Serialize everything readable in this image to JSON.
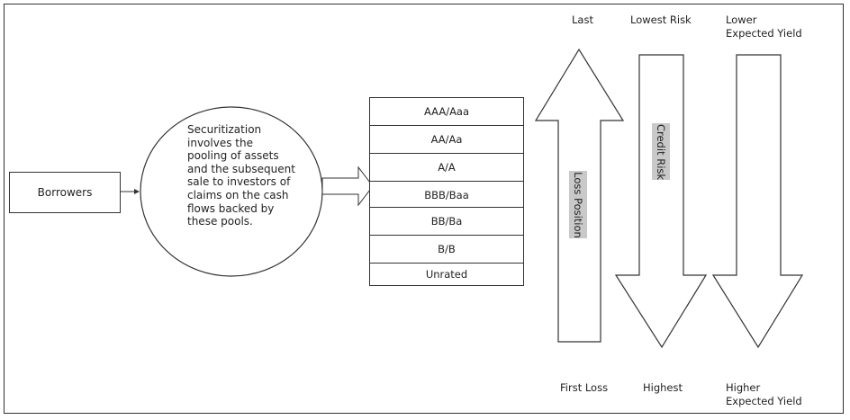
{
  "borrowers": "Borrowers",
  "securitization_text": "Securitization involves the pooling of assets and the subsequent sale to investors of claims on the cash flows backed by these pools.",
  "tranches": [
    "AAA/Aaa",
    "AA/Aa",
    "A/A",
    "BBB/Baa",
    "BB/Ba",
    "B/B",
    "Unrated"
  ],
  "loss_arrow": {
    "top": "Last",
    "bottom": "First Loss",
    "label": "Loss Position"
  },
  "risk_arrow": {
    "top": "Lowest Risk",
    "bottom": "Highest",
    "label": "Credit Risk"
  },
  "yield_arrow": {
    "top_line1": "Lower",
    "top_line2": "Expected Yield",
    "bottom_line1": "Higher",
    "bottom_line2": "Expected Yield"
  }
}
